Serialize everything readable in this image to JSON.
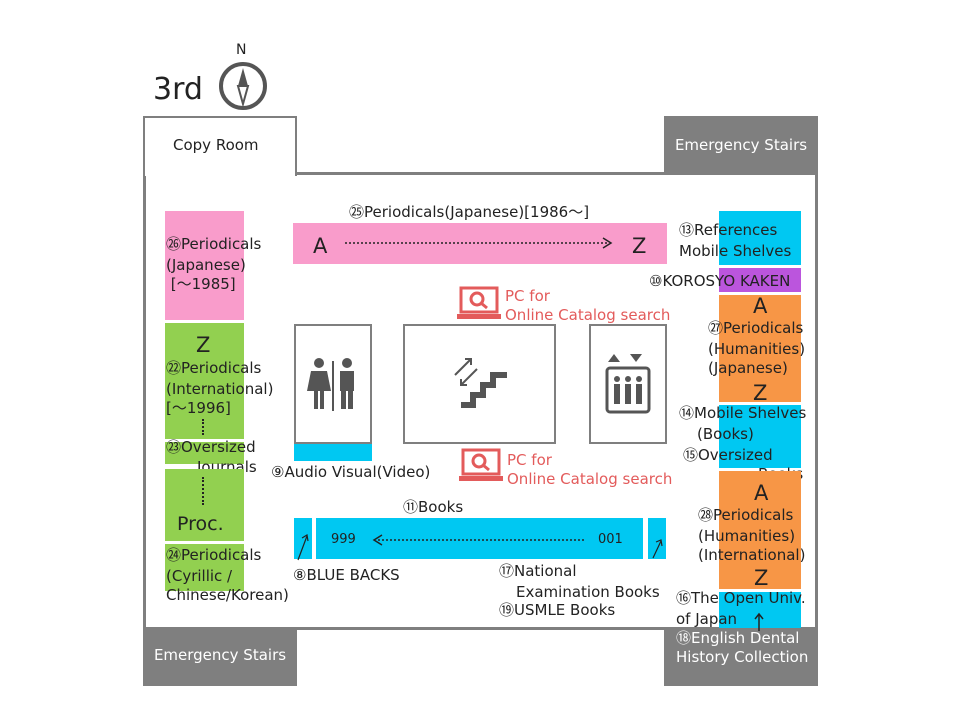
{
  "floor": {
    "label": "3rd",
    "compass_letter": "N"
  },
  "copy_room": "Copy Room",
  "emergency_stairs": "Emergency Stairs",
  "periodicals_japanese_1986": {
    "title": "㉕Periodicals(Japanese)[1986～]",
    "start": "A",
    "end": "Z"
  },
  "periodicals_japanese_1985": {
    "line1": "㉖Periodicals",
    "line2": "(Japanese)",
    "line3": " [～1985]"
  },
  "periodicals_international": {
    "letter": "Z",
    "line1": "㉒Periodicals",
    "line2": "(International)",
    "line3": "[～1996]"
  },
  "oversized_journals": {
    "line1": "㉓Oversized",
    "line2": "Journals",
    "proc": "Proc."
  },
  "periodicals_cyrillic": {
    "line1": "㉔Periodicals",
    "line2": "(Cyrillic /",
    "line3": "Chinese/Korean)"
  },
  "references": {
    "line1": "⑬References",
    "line2": "Mobile Shelves"
  },
  "korosyo": "⑩KOROSYO KAKEN",
  "periodicals_humanities_japanese": {
    "start": "A",
    "line1": "㉗Periodicals",
    "line2": "(Humanities)",
    "line3": "(Japanese)",
    "end": "Z"
  },
  "mobile_shelves_books": {
    "line1": "⑭Mobile Shelves",
    "line2": "(Books)"
  },
  "oversized_books": {
    "line1": "⑮Oversized",
    "line2": "Books"
  },
  "periodicals_humanities_international": {
    "start": "A",
    "line1": "㉘Periodicals",
    "line2": "(Humanities)",
    "line3": "(International)",
    "end": "Z"
  },
  "open_univ": {
    "line1": "⑯The Open Univ.",
    "line2": "of Japan"
  },
  "english_dental": {
    "line1": "⑱English Dental",
    "line2": "History Collection"
  },
  "pc_catalog_top": {
    "line1": "PC for",
    "line2": "Online Catalog search"
  },
  "pc_catalog_bottom": {
    "line1": "PC for",
    "line2": "Online Catalog search"
  },
  "audio_visual": "⑨Audio Visual(Video)",
  "books": {
    "title": "⑪Books",
    "start": "999",
    "end": "001"
  },
  "blue_backs": "⑧BLUE BACKS",
  "national_exam": {
    "line1": "⑰National",
    "line2": "Examination Books"
  },
  "usmle": "⑲USMLE Books",
  "colors": {
    "pink": "#f99ccb",
    "green": "#92d050",
    "cyan": "#00c8f2",
    "orange": "#f79646",
    "purple": "#bb55dd",
    "gray": "#7f7f7f",
    "pc_red": "#e35b5b"
  },
  "icons": [
    "compass-icon",
    "restroom-icon",
    "stairs-icon",
    "elevator-icon",
    "laptop-search-icon"
  ]
}
